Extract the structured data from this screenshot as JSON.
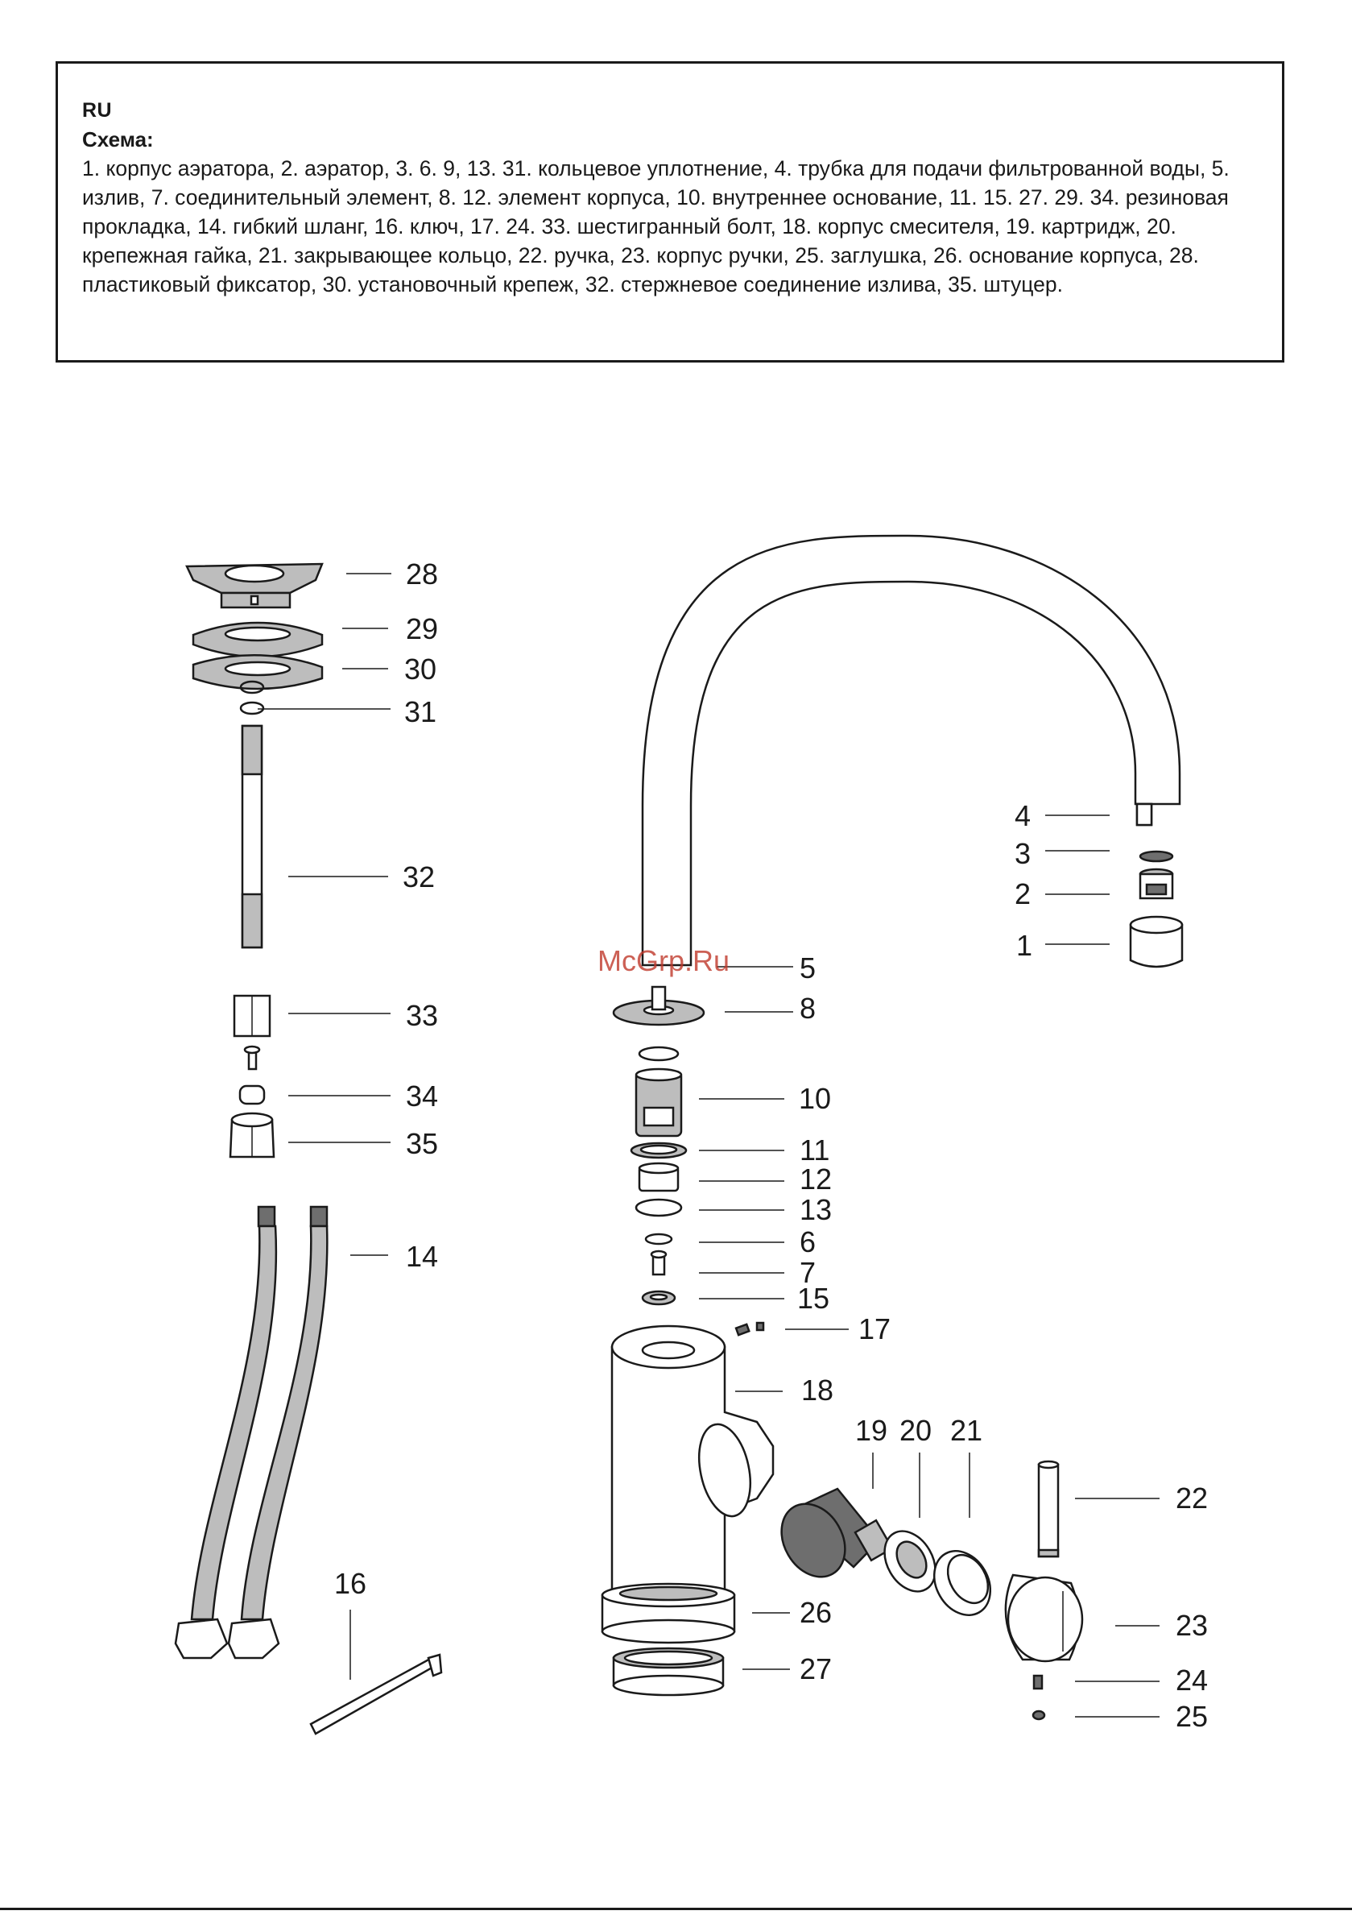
{
  "legend": {
    "lang": "RU",
    "title": "Схема:",
    "text": "1. корпус аэратора, 2. аэратор, 3. 6. 9, 13. 31. кольцевое уплотнение, 4. трубка для подачи фильтрованной воды, 5. излив, 7. соединительный элемент, 8. 12. элемент корпуса, 10. внутреннее основание, 11. 15. 27. 29. 34. резиновая прокладка, 14. гибкий шланг, 16. ключ, 17. 24. 33. шестигранный болт, 18. корпус смесителя, 19. картридж, 20. крепежная гайка, 21. закрывающее кольцо, 22. ручка, 23. корпус ручки, 25. заглушка, 26. основание корпуса, 28. пластиковый фиксатор, 30. установочный крепеж, 32. стержневое соединение излива, 35. штуцер."
  },
  "watermark": "McGrp.Ru",
  "callouts": {
    "c1": "1",
    "c2": "2",
    "c3": "3",
    "c4": "4",
    "c5": "5",
    "c6": "6",
    "c7": "7",
    "c8": "8",
    "c10": "10",
    "c11": "11",
    "c12": "12",
    "c13": "13",
    "c14": "14",
    "c15": "15",
    "c16": "16",
    "c17": "17",
    "c18": "18",
    "c19": "19",
    "c20": "20",
    "c21": "21",
    "c22": "22",
    "c23": "23",
    "c24": "24",
    "c25": "25",
    "c26": "26",
    "c27": "27",
    "c28": "28",
    "c29": "29",
    "c30": "30",
    "c31": "31",
    "c32": "32",
    "c33": "33",
    "c34": "34",
    "c35": "35"
  }
}
